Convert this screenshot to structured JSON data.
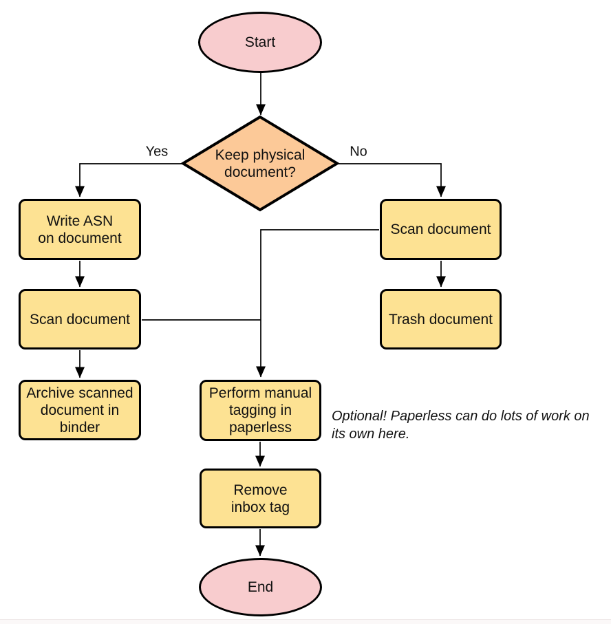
{
  "palette": {
    "terminal_fill": "#F8CCCE",
    "decision_fill": "#FCC998",
    "process_fill": "#FDE293",
    "stroke": "#000000",
    "connector": "#000000",
    "footer_fill": "#FBF8F8",
    "footer_line": "#EFE9E9"
  },
  "nodes": {
    "start": {
      "label": "Start",
      "type": "terminal"
    },
    "decision": {
      "label": "Keep physical\ndocument?",
      "type": "decision"
    },
    "write_asn": {
      "label": "Write ASN\non document",
      "type": "process"
    },
    "scan_left": {
      "label": "Scan document",
      "type": "process"
    },
    "archive": {
      "label": "Archive scanned\ndocument in\nbinder",
      "type": "process"
    },
    "scan_right": {
      "label": "Scan document",
      "type": "process"
    },
    "trash": {
      "label": "Trash document",
      "type": "process"
    },
    "tagging": {
      "label": "Perform manual\ntagging in\npaperless",
      "type": "process"
    },
    "remove_inbox": {
      "label": "Remove\ninbox tag",
      "type": "process"
    },
    "end": {
      "label": "End",
      "type": "terminal"
    }
  },
  "edge_labels": {
    "yes": "Yes",
    "no": "No"
  },
  "annotation": {
    "text": "Optional! Paperless can do lots of work on\nits own here."
  }
}
